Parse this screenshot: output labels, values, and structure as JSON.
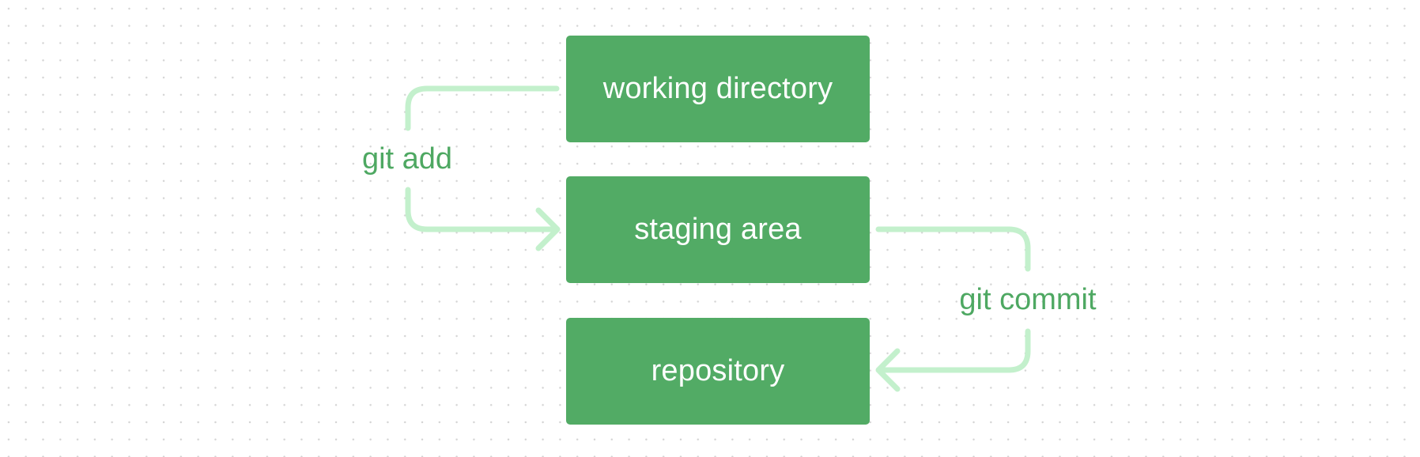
{
  "diagram": {
    "nodes": [
      {
        "id": "working",
        "label": "working directory"
      },
      {
        "id": "staging",
        "label": "staging area"
      },
      {
        "id": "repository",
        "label": "repository"
      }
    ],
    "edges": [
      {
        "from": "working",
        "to": "staging",
        "label": "git add"
      },
      {
        "from": "staging",
        "to": "repository",
        "label": "git commit"
      }
    ]
  },
  "colors": {
    "node_fill": "#52ab65",
    "node_text": "#ffffff",
    "connector": "#c3f0cc",
    "edge_label": "#4ea862",
    "grid_dot": "#d4d4d4"
  }
}
